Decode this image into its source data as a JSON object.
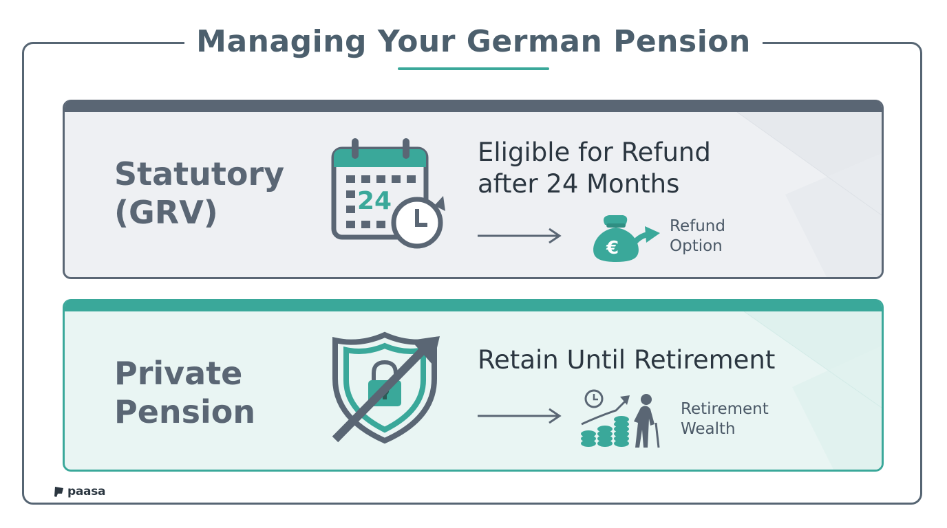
{
  "title": "Managing Your German Pension",
  "brand": "paasa",
  "colors": {
    "accent": "#3aa89a",
    "slate": "#5a6674",
    "text": "#2b3640"
  },
  "cards": [
    {
      "label_line1": "Statutory",
      "label_line2": "(GRV)",
      "heading_line1": "Eligible for Refund",
      "heading_line2": "after 24 Months",
      "calendar_number": "24",
      "small_label_line1": "Refund",
      "small_label_line2": "Option",
      "icons": [
        "calendar-clock-icon",
        "arrow-right-icon",
        "money-bag-euro-icon"
      ]
    },
    {
      "label_line1": "Private",
      "label_line2": "Pension",
      "heading_line1": "Retain Until Retirement",
      "small_label_line1": "Retirement",
      "small_label_line2": "Wealth",
      "icons": [
        "shield-lock-growth-icon",
        "arrow-right-icon",
        "retirement-wealth-icon"
      ]
    }
  ]
}
